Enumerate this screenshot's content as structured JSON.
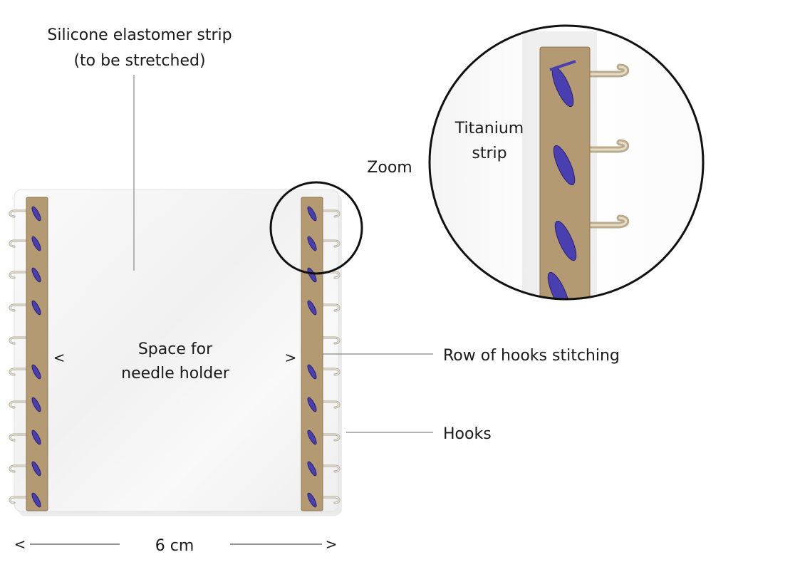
{
  "labels": {
    "silicone_line1": "Silicone elastomer strip",
    "silicone_line2": "(to be stretched)",
    "zoom": "Zoom",
    "titanium_line1": "Titanium",
    "titanium_line2": "strip",
    "space_line1": "Space for",
    "space_line2": "needle holder",
    "space_left_arrow": "<",
    "space_right_arrow": ">",
    "row_of_hooks": "Row of hooks stitching",
    "hooks": "Hooks",
    "width_dimension": "6 cm",
    "dim_left_arrow": "<",
    "dim_right_arrow": ">"
  },
  "colors": {
    "titanium": "#b39a73",
    "stitching": "#4a3fb0",
    "silicone": "#f5f5f5",
    "hook_wire": "#b9b2a3"
  }
}
